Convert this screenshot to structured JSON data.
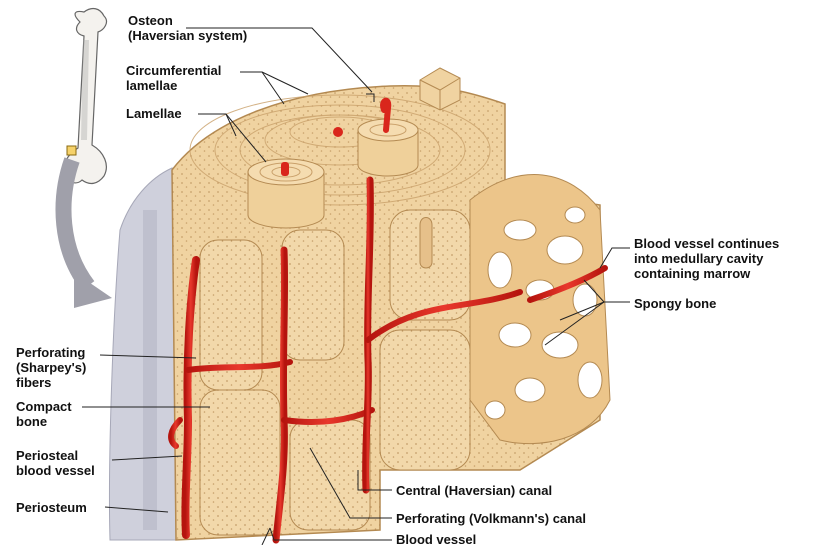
{
  "labels": {
    "osteon": [
      "Osteon",
      "(Haversian system)"
    ],
    "circumferential": [
      "Circumferential",
      "lamellae"
    ],
    "lamellae": [
      "Lamellae"
    ],
    "blood_vessel_continues": [
      "Blood vessel continues",
      "into medullary cavity",
      "containing marrow"
    ],
    "spongy_bone": [
      "Spongy bone"
    ],
    "perforating_fibers": [
      "Perforating",
      "(Sharpey's)",
      "fibers"
    ],
    "compact_bone": [
      "Compact",
      "bone"
    ],
    "periosteal_vessel": [
      "Periosteal",
      "blood vessel"
    ],
    "periosteum": [
      "Periosteum"
    ],
    "central_canal": [
      "Central (Haversian) canal"
    ],
    "perforating_canal": [
      "Perforating (Volkmann's) canal"
    ],
    "blood_vessel": [
      "Blood vessel"
    ]
  },
  "colors": {
    "bone": "#f2d6a8",
    "bone_dark": "#d9b27a",
    "bone_shadow": "#c79a5f",
    "vessel": "#d9261c",
    "periosteum": "#c9c9d8",
    "arrow": "#9a9aa6",
    "leader": "#222222"
  }
}
